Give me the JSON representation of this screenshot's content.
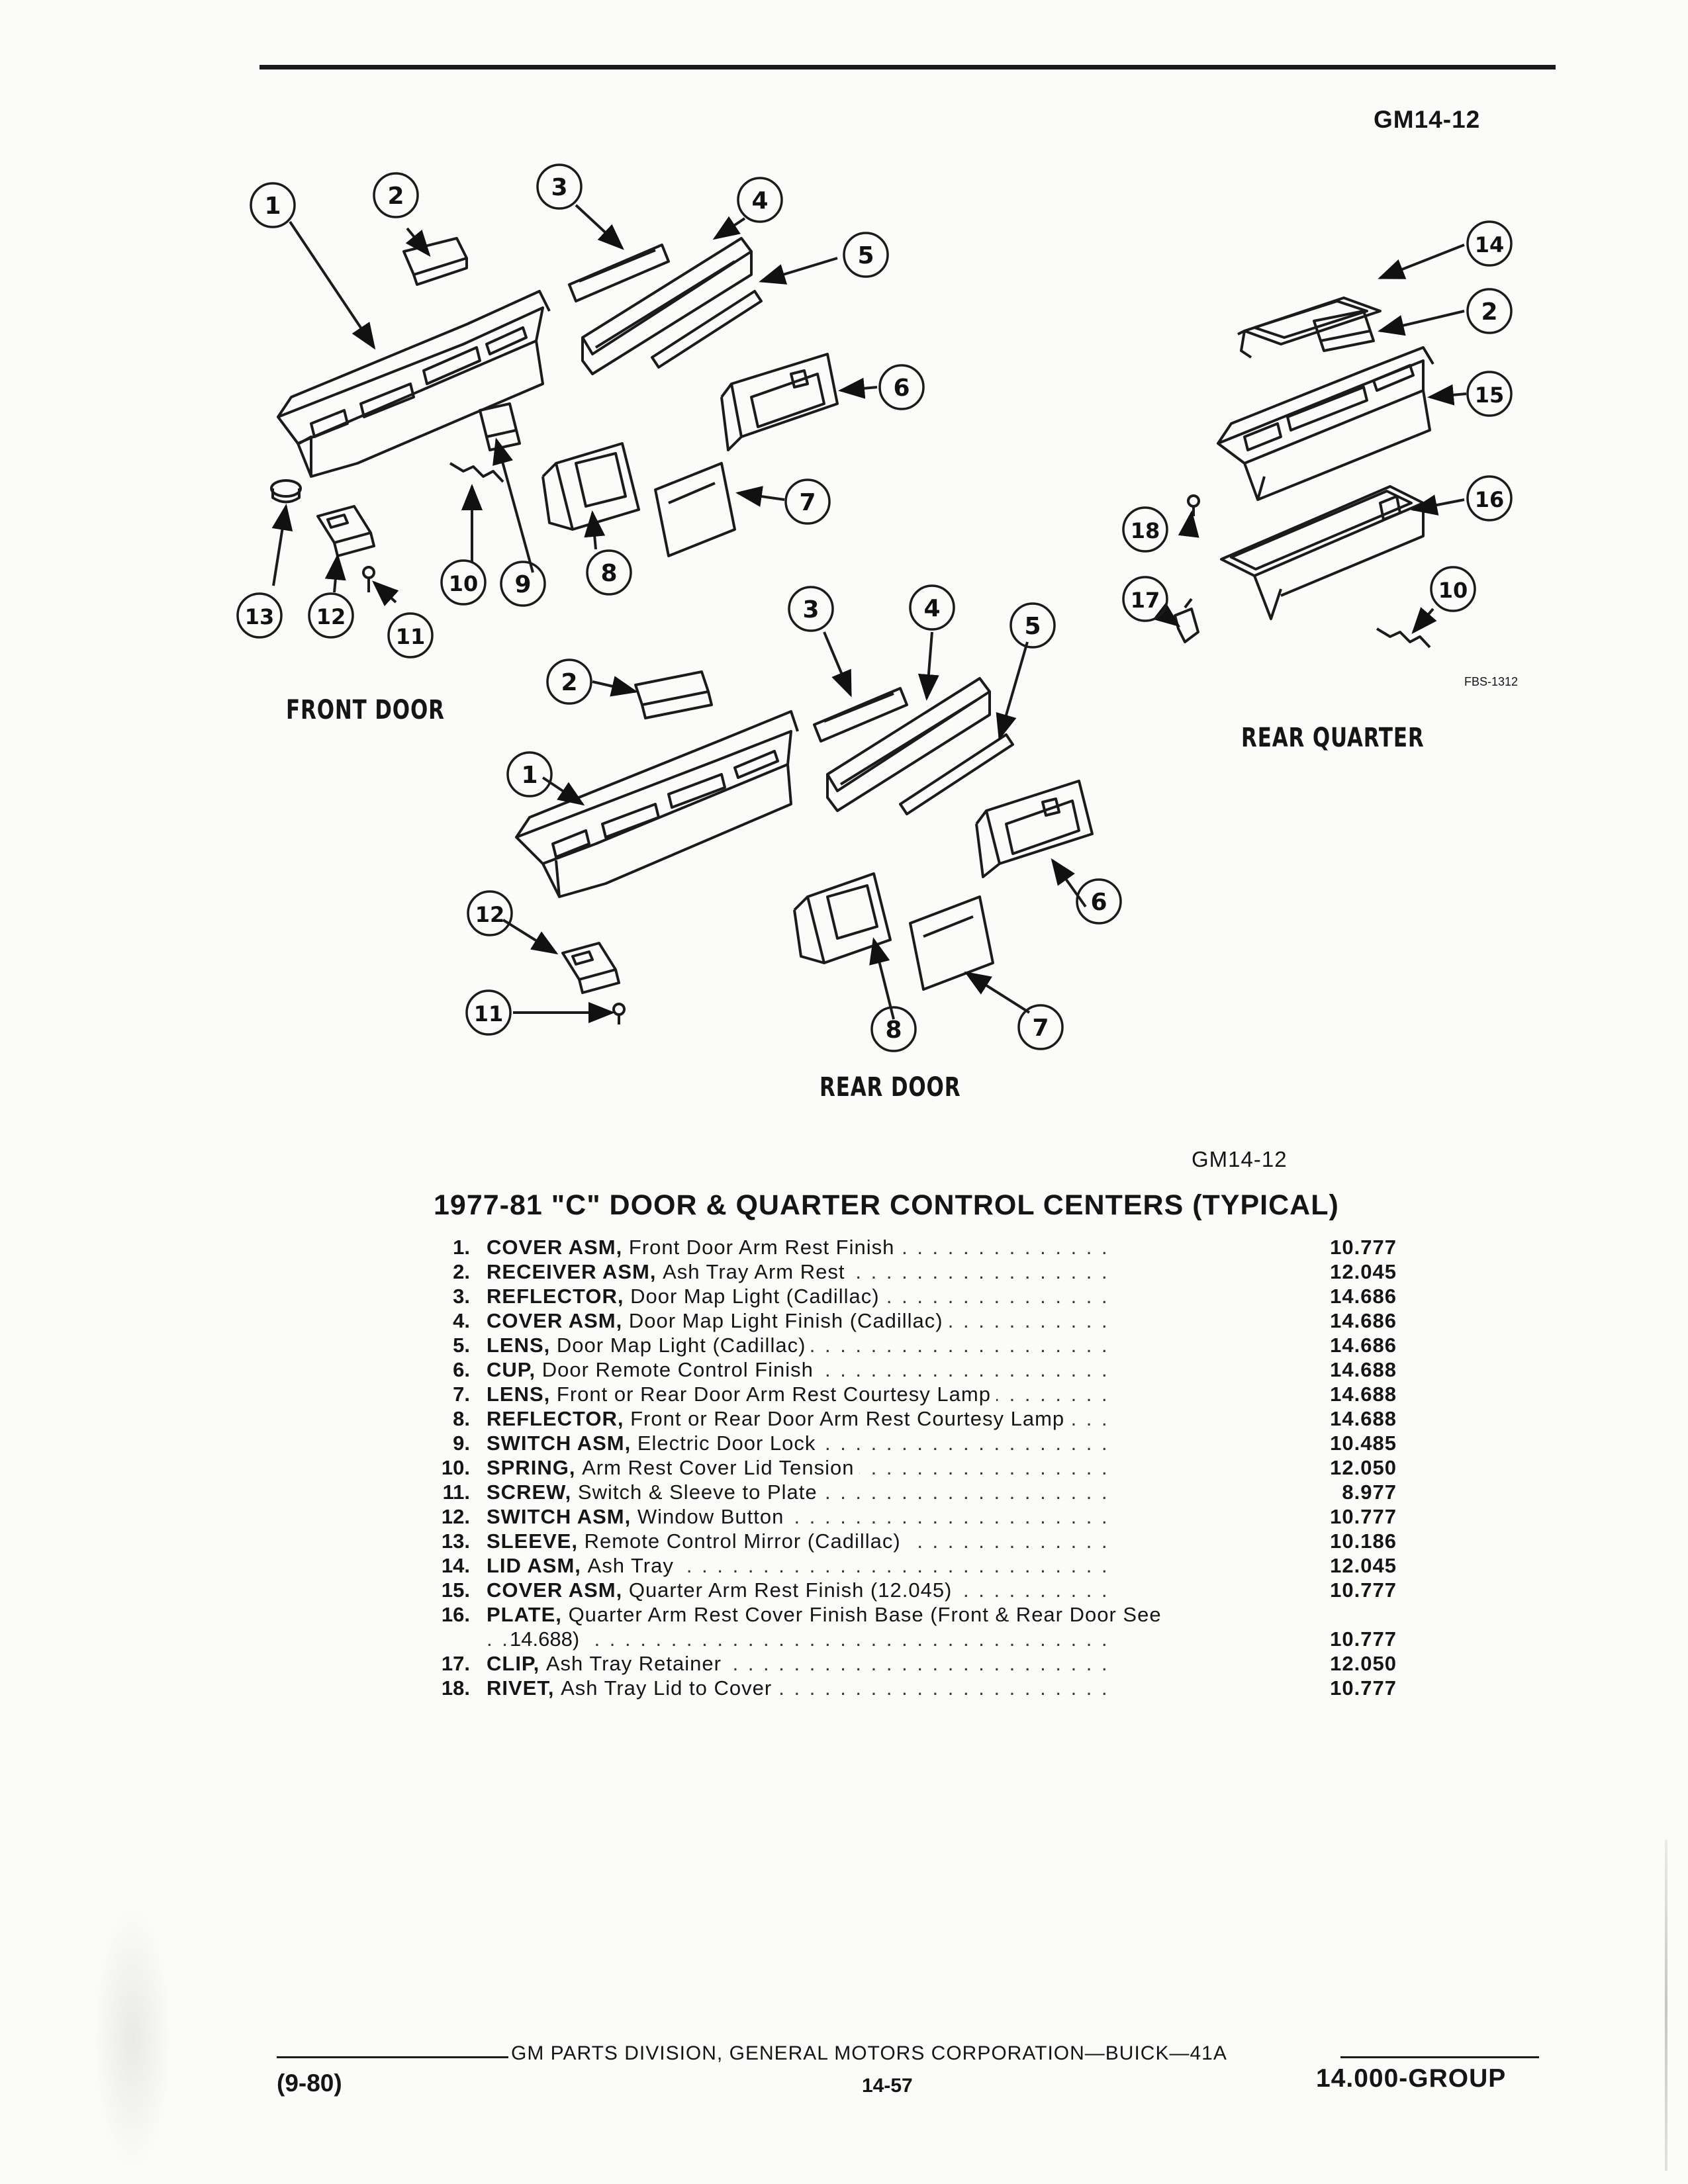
{
  "header": {
    "figure_code": "GM14-12"
  },
  "diagram": {
    "labels": {
      "front_door": "FRONT DOOR",
      "rear_door": "REAR DOOR",
      "rear_quarter": "REAR QUARTER",
      "fbs": "FBS-1312"
    },
    "callouts": {
      "front": [
        "1",
        "2",
        "3",
        "4",
        "5",
        "6",
        "7",
        "8",
        "9",
        "10",
        "11",
        "12",
        "13"
      ],
      "rear": [
        "2",
        "1",
        "12",
        "11",
        "3",
        "4",
        "5",
        "6",
        "8",
        "7"
      ],
      "quarter": [
        "14",
        "2",
        "15",
        "16",
        "18",
        "17",
        "10"
      ]
    },
    "caption_code": "GM14-12"
  },
  "parts_list": {
    "title": "1977-81 \"C\" DOOR & QUARTER CONTROL CENTERS (TYPICAL)",
    "items": [
      {
        "num": "1.",
        "name": "COVER ASM,",
        "desc": "Front Door Arm Rest Finish",
        "code": "10.777"
      },
      {
        "num": "2.",
        "name": "RECEIVER ASM,",
        "desc": "Ash Tray Arm Rest",
        "code": "12.045"
      },
      {
        "num": "3.",
        "name": "REFLECTOR,",
        "desc": "Door Map Light (Cadillac)",
        "code": "14.686"
      },
      {
        "num": "4.",
        "name": "COVER ASM,",
        "desc": "Door Map Light Finish (Cadillac)",
        "code": "14.686"
      },
      {
        "num": "5.",
        "name": "LENS,",
        "desc": "Door Map Light (Cadillac)",
        "code": "14.686"
      },
      {
        "num": "6.",
        "name": "CUP,",
        "desc": "Door Remote Control Finish",
        "code": "14.688"
      },
      {
        "num": "7.",
        "name": "LENS,",
        "desc": "Front or Rear Door Arm Rest Courtesy Lamp",
        "code": "14.688"
      },
      {
        "num": "8.",
        "name": "REFLECTOR,",
        "desc": "Front or Rear Door Arm Rest Courtesy Lamp",
        "code": "14.688"
      },
      {
        "num": "9.",
        "name": "SWITCH ASM,",
        "desc": "Electric Door Lock",
        "code": "10.485"
      },
      {
        "num": "10.",
        "name": "SPRING,",
        "desc": "Arm Rest Cover Lid Tension",
        "code": "12.050"
      },
      {
        "num": "11.",
        "name": "SCREW,",
        "desc": "Switch & Sleeve to Plate",
        "code": "8.977"
      },
      {
        "num": "12.",
        "name": "SWITCH ASM,",
        "desc": "Window Button",
        "code": "10.777"
      },
      {
        "num": "13.",
        "name": "SLEEVE,",
        "desc": "Remote Control Mirror (Cadillac)",
        "code": "10.186"
      },
      {
        "num": "14.",
        "name": "LID ASM,",
        "desc": "Ash Tray",
        "code": "12.045"
      },
      {
        "num": "15.",
        "name": "COVER ASM,",
        "desc": "Quarter Arm Rest Finish (12.045)",
        "code": "10.777"
      },
      {
        "num": "16.",
        "name": "PLATE,",
        "desc": "Quarter Arm Rest Cover Finish Base (Front & Rear Door See",
        "desc_cont": "14.688)",
        "code": "10.777"
      },
      {
        "num": "17.",
        "name": "CLIP,",
        "desc": "Ash Tray Retainer",
        "code": "12.050"
      },
      {
        "num": "18.",
        "name": "RIVET,",
        "desc": "Ash Tray Lid to Cover",
        "code": "10.777"
      }
    ]
  },
  "footer": {
    "corporation": "GM PARTS DIVISION, GENERAL MOTORS CORPORATION—BUICK—41A",
    "date": "(9-80)",
    "page": "14-57",
    "group": "14.000-GROUP"
  }
}
